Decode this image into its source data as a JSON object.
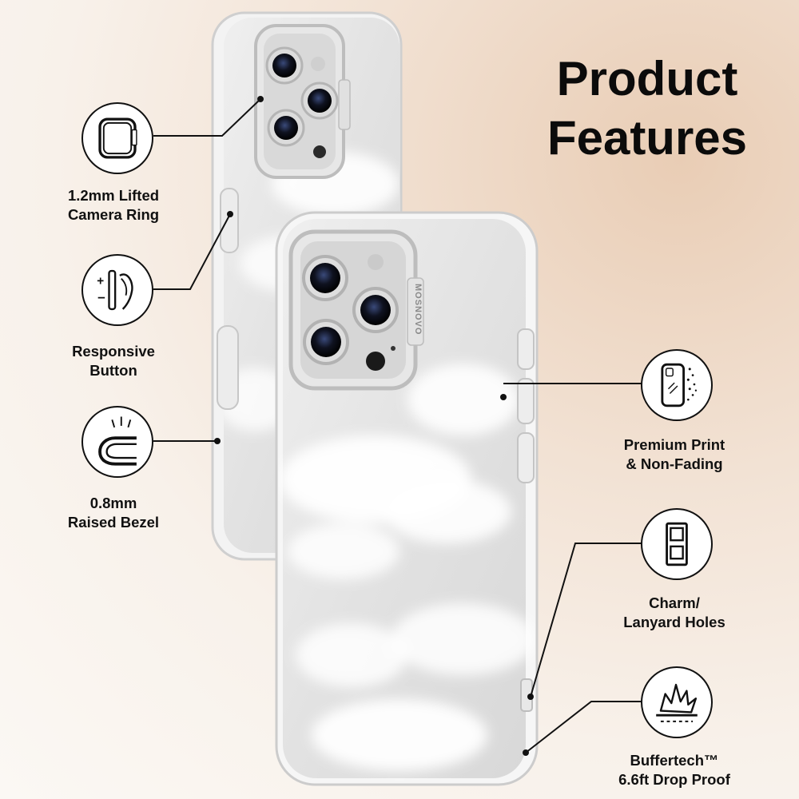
{
  "title": {
    "line1": "Product",
    "line2": "Features"
  },
  "brand": "MOSNOVO",
  "features": {
    "camera_ring": {
      "line1": "1.2mm Lifted",
      "line2": "Camera Ring"
    },
    "button": {
      "line1": "Responsive",
      "line2": "Button"
    },
    "bezel": {
      "line1": "0.8mm",
      "line2": "Raised Bezel"
    },
    "print": {
      "line1": "Premium Print",
      "line2": "& Non-Fading"
    },
    "charm": {
      "line1": "Charm/",
      "line2": "Lanyard Holes"
    },
    "drop": {
      "line1": "Buffertech™",
      "line2": "6.6ft Drop Proof"
    }
  },
  "icons": {
    "camera_ring": "camera-ring-icon",
    "button": "side-button-icon",
    "bezel": "raised-bezel-icon",
    "print": "phone-sparkle-icon",
    "charm": "lanyard-hole-icon",
    "drop": "impact-burst-icon"
  },
  "colors": {
    "text": "#111111",
    "background_warm": "#e9cdb5",
    "background_light": "#fbf8f4"
  }
}
